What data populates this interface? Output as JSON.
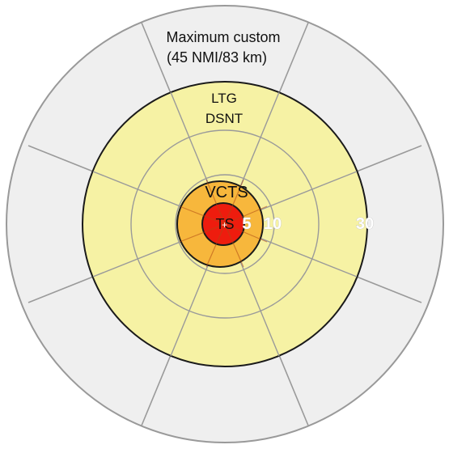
{
  "labels": {
    "outer_line1": "Maximum custom",
    "outer_line2": "(45 NMI/83 km)",
    "ltg_line1": "LTG",
    "ltg_line2": "DSNT",
    "vcts": "VCTS",
    "ts": "TS",
    "range_5": "5",
    "range_10": "10",
    "range_30": "30"
  },
  "colors": {
    "outer_fill": "#efefef",
    "outer_stroke": "#999999",
    "ltg_fill": "#f6f2a4",
    "vcts_fill": "#f7b73c",
    "ts_fill": "#ee1c0e",
    "spoke": "#9a9a9a",
    "ring_border": "#1a1a1a"
  }
}
